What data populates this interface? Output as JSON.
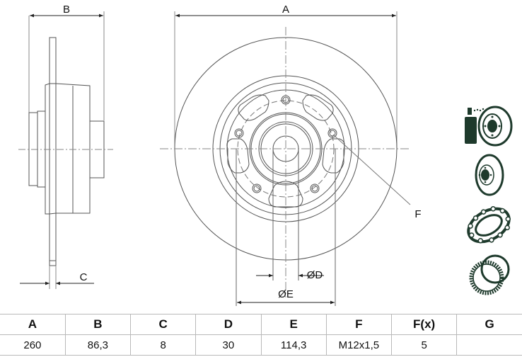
{
  "drawing": {
    "title": "Brake disc technical drawing",
    "labels": {
      "A": "A",
      "B": "B",
      "C": "C",
      "D": "ØD",
      "E": "ØE",
      "F": "F"
    }
  },
  "icons": [
    {
      "name": "disc-cleaning-spray-icon"
    },
    {
      "name": "brake-disc-icon"
    },
    {
      "name": "wheel-bearing-icon"
    },
    {
      "name": "abs-ring-icon"
    }
  ],
  "table": {
    "headers": [
      "A",
      "B",
      "C",
      "D",
      "E",
      "F",
      "F(x)",
      "G"
    ],
    "values": [
      "260",
      "86,3",
      "8",
      "30",
      "114,3",
      "M12x1,5",
      "5",
      ""
    ]
  },
  "colors": {
    "line": "#555555",
    "centerline": "#777777",
    "border": "#b9b9b9",
    "icon": "#1e3a2c"
  }
}
